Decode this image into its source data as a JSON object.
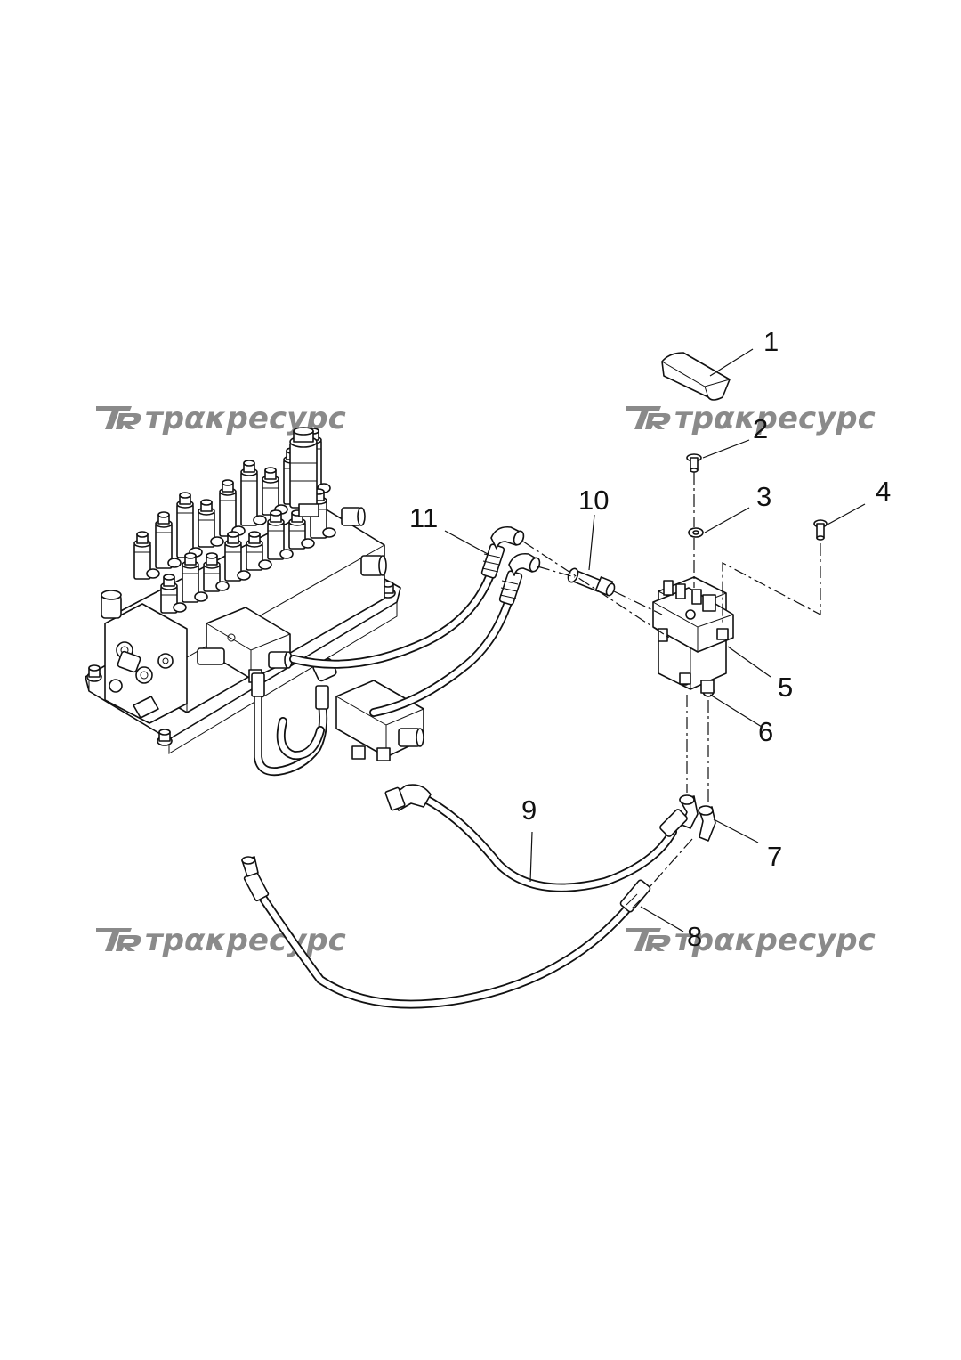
{
  "diagram": {
    "watermark_text": "трακресурс",
    "watermark_logo": "TR",
    "watermark_color": "#8a8a8a",
    "callouts": [
      "1",
      "2",
      "3",
      "4",
      "5",
      "6",
      "7",
      "8",
      "9",
      "10",
      "11"
    ]
  }
}
